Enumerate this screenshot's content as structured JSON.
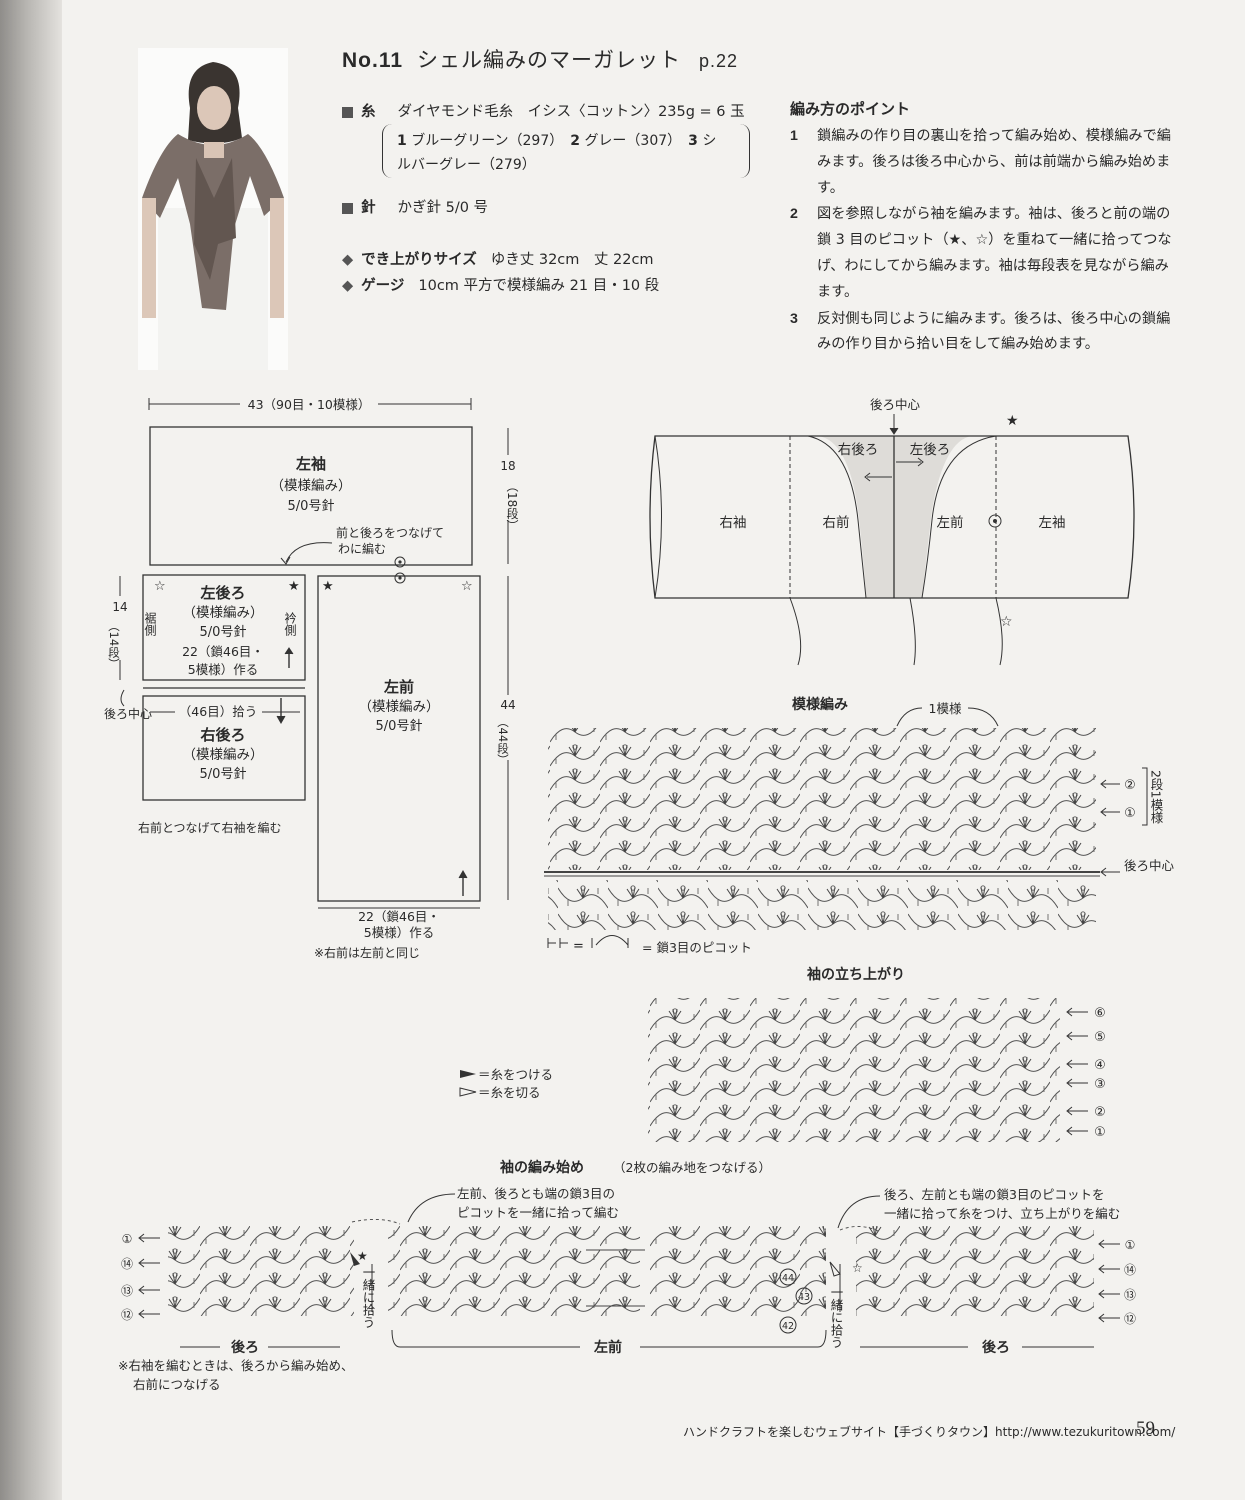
{
  "header": {
    "number": "No.11",
    "title": "シェル編みのマーガレット",
    "page_ref": "p.22"
  },
  "materials": {
    "yarn_label": "糸",
    "yarn": "ダイヤモンド毛糸　イシス〈コットン〉235g = 6 玉",
    "color1_num": "1",
    "color1": "ブルーグリーン（297）",
    "color2_num": "2",
    "color2": "グレー（307）",
    "color3_num": "3",
    "color3_a": "シ",
    "color3_b": "ルバーグレー（279）",
    "needle_label": "針",
    "needle": "かぎ針 5/0 号",
    "size_label": "でき上がりサイズ",
    "size": "ゆき丈 32cm　丈 22cm",
    "gauge_label": "ゲージ",
    "gauge": "10cm 平方で模様編み 21 目・10 段"
  },
  "points": {
    "title": "編み方のポイント",
    "steps": [
      {
        "n": "1",
        "text": "鎖編みの作り目の裏山を拾って編み始め、模様編みで編みます。後ろは後ろ中心から、前は前端から編み始めます。"
      },
      {
        "n": "2",
        "text": "図を参照しながら袖を編みます。袖は、後ろと前の端の鎖 3 目のピコット（★、☆）を重ねて一緒に拾ってつなげ、わにしてから編みます。袖は毎段表を見ながら編みます。"
      },
      {
        "n": "3",
        "text": "反対側も同じように編みます。後ろは、後ろ中心の鎖編みの作り目から拾い目をして編み始めます。"
      }
    ]
  },
  "schematic": {
    "top_width": "43（90目・10模様）",
    "sleeve_name": "左袖",
    "sleeve_pattern": "（模様編み）",
    "sleeve_hook": "5/0号針",
    "sleeve_h": "18",
    "sleeve_rows": "（18段）",
    "join_note_1": "前と後ろをつなげて",
    "join_note_2": "わに編む",
    "lb_name": "左後ろ",
    "lb_pattern": "（模様編み）",
    "lb_hook": "5/0号針",
    "lb_cast_1": "22（鎖46目・",
    "lb_cast_2": "5模様）作る",
    "hem_side": "裾側",
    "collar_side": "衿側",
    "back_h": "14",
    "back_rows": "（14段）",
    "back_center": "後ろ中心",
    "pickup": "（46目）拾う",
    "rb_name": "右後ろ",
    "rb_pattern": "（模様編み）",
    "rb_hook": "5/0号針",
    "right_sleeve_note": "右前とつなげて右袖を編む",
    "lf_name": "左前",
    "lf_pattern": "（模様編み）",
    "lf_hook": "5/0号針",
    "front_h": "44",
    "front_rows": "（44段）",
    "lf_cast_1": "22（鎖46目・",
    "lf_cast_2": "5模様）作る",
    "same_note": "※右前は左前と同じ"
  },
  "assembly": {
    "back_center": "後ろ中心",
    "right_back": "右後ろ",
    "left_back": "左後ろ",
    "right_sleeve": "右袖",
    "right_front": "右前",
    "left_front": "左前",
    "left_sleeve": "左袖"
  },
  "pattern": {
    "title": "模様編み",
    "repeat": "1模様",
    "rows_label": "2段1模様",
    "back_center": "後ろ中心",
    "legend": "= 鎖3目のピコット",
    "row_marks": [
      "②",
      "①"
    ]
  },
  "sleeve_rise": {
    "title": "袖の立ち上がり",
    "rows": [
      "⑥",
      "⑤",
      "④",
      "③",
      "②",
      "①"
    ]
  },
  "yarn_legend": {
    "attach": "＝糸をつける",
    "cut": "＝糸を切る"
  },
  "sleeve_start": {
    "title": "袖の編み始め",
    "subtitle": "（2枚の編み地をつなげる）",
    "note_left_1": "左前、後ろとも端の鎖3目の",
    "note_left_2": "ピコットを一緒に拾って編む",
    "note_right_1": "後ろ、左前とも端の鎖3目のピコットを",
    "note_right_2": "一緒に拾って糸をつけ、立ち上がりを編む",
    "label_back": "後ろ",
    "label_front": "左前",
    "pickup_together": "一緒に拾う",
    "left_rows": [
      "①",
      "⑭",
      "⑬",
      "⑫"
    ],
    "right_rows": [
      "①",
      "⑭",
      "⑬",
      "⑫"
    ],
    "mid_rows": [
      "44",
      "43",
      "42"
    ],
    "footnote_1": "※右袖を編むときは、後ろから編み始め、",
    "footnote_2": "右前につなげる"
  },
  "footer": {
    "site": "ハンドクラフトを楽しむウェブサイト【手づくりタウン】http://www.tezukuritown.com/",
    "page": "59"
  }
}
